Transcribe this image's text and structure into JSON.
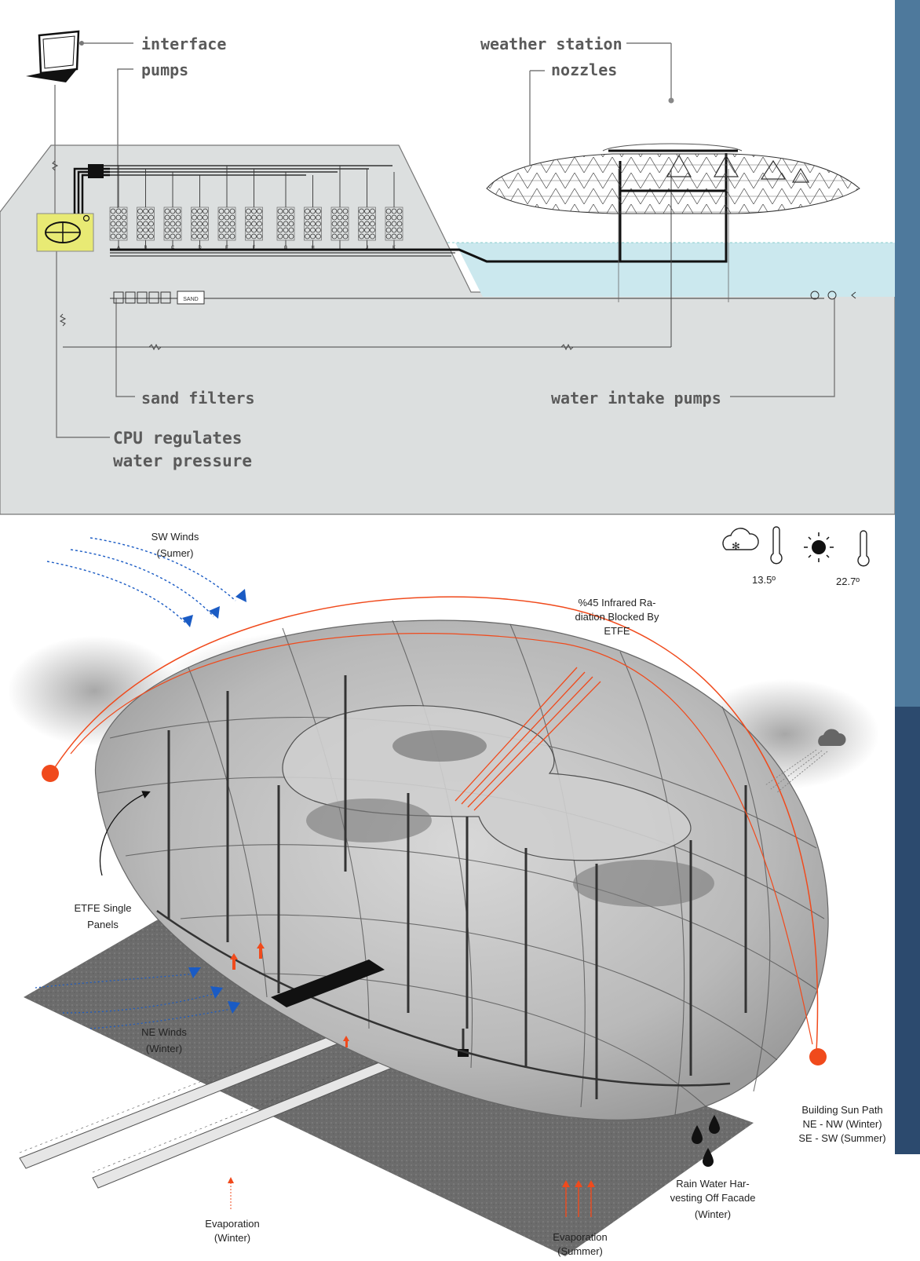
{
  "top_diagram": {
    "labels": {
      "interface": "interface",
      "pumps": "pumps",
      "weather_station": "weather station",
      "nozzles": "nozzles",
      "sand_filters": "sand filters",
      "water_intake_pumps": "water intake pumps",
      "cpu_line1": "CPU regulates",
      "cpu_line2": "water pressure"
    },
    "pump_letters": [
      "A",
      "B",
      "C",
      "D",
      "E",
      "F",
      "G",
      "H",
      "I",
      "J",
      "K"
    ],
    "filter_tag": "SAND",
    "colors": {
      "background": "#dcdfdf",
      "water": "#cbe8ee",
      "cpu": "#e8ea74"
    }
  },
  "bottom_diagram": {
    "sw_winds": [
      "SW Winds",
      "(Sumer)"
    ],
    "temps": {
      "winter": "13.5º",
      "summer": "22.7º"
    },
    "infrared": [
      "%45 Infrared Ra-",
      "diation Blocked By",
      "ETFE"
    ],
    "etfe_panels": [
      "ETFE Single",
      "Panels"
    ],
    "ne_winds": [
      "NE Winds",
      "(Winter)"
    ],
    "sun_path": [
      "Building Sun Path",
      "NE - NW  (Winter)",
      "SE - SW (Summer)"
    ],
    "rain_water": [
      "Rain Water Har-",
      "vesting Off Facade",
      "(Winter)"
    ],
    "evap_winter": [
      "Evaporation",
      "(Winter)"
    ],
    "evap_summer": [
      "Evaporation",
      "(Summer)"
    ],
    "icons": [
      "snow-cloud-icon",
      "thermometer-icon",
      "sun-icon",
      "thermometer-icon",
      "rain-cloud-icon",
      "raindrop-icon"
    ],
    "colors": {
      "sun": "#f04a1c",
      "wind": "#1a5bc4",
      "ground": "#6f6f6f"
    }
  }
}
